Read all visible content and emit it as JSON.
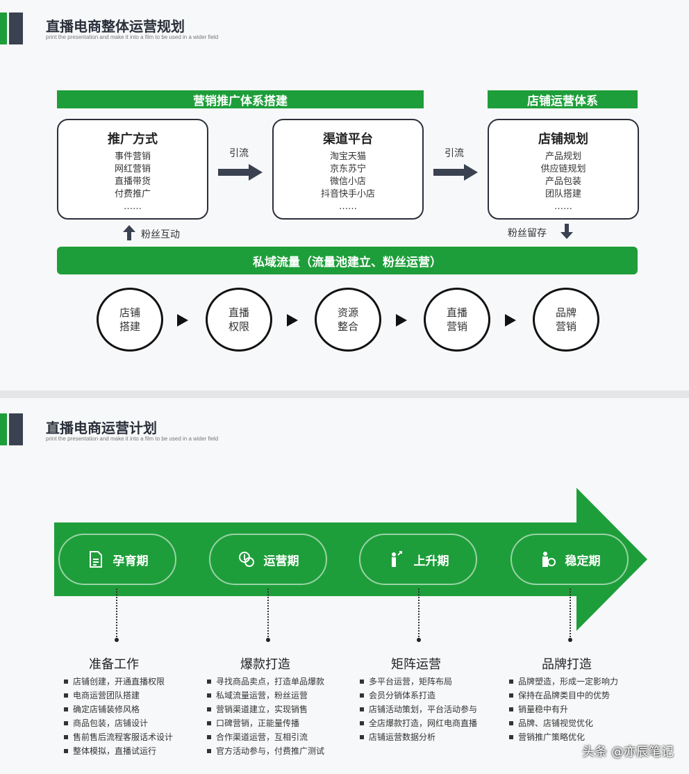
{
  "slide1": {
    "title": "直播电商整体运营规划",
    "subtitle": "print the presentation and make it into a film to be used in a wider field",
    "header_marketing": "营销推广体系搭建",
    "header_store": "店铺运营体系",
    "cards": [
      {
        "title": "推广方式",
        "items": [
          "事件营销",
          "网红营销",
          "直播带货",
          "付费推广",
          "……"
        ]
      },
      {
        "title": "渠道平台",
        "items": [
          "淘宝天猫",
          "京东苏宁",
          "微信小店",
          "抖音快手小店",
          "……"
        ]
      },
      {
        "title": "店铺规划",
        "items": [
          "产品规划",
          "供应链规划",
          "产品包装",
          "团队搭建",
          "……"
        ]
      }
    ],
    "flow_labels": [
      "引流",
      "引流"
    ],
    "fan_interaction": "粉丝互动",
    "fan_retention": "粉丝留存",
    "private_traffic": "私域流量（流量池建立、粉丝运营）",
    "steps": [
      [
        "店铺",
        "搭建"
      ],
      [
        "直播",
        "权限"
      ],
      [
        "资源",
        "整合"
      ],
      [
        "直播",
        "营销"
      ],
      [
        "品牌",
        "营销"
      ]
    ]
  },
  "slide2": {
    "title": "直播电商运营计划",
    "subtitle": "print the presentation and make it into a film to be used in a wider field",
    "colors": {
      "green": "#1e9e3a",
      "dark": "#3a4150"
    },
    "phases": [
      {
        "label": "孕育期",
        "icon": "document-icon"
      },
      {
        "label": "运营期",
        "icon": "coins-icon"
      },
      {
        "label": "上升期",
        "icon": "growth-person-icon"
      },
      {
        "label": "稳定期",
        "icon": "steady-person-icon"
      }
    ],
    "columns": [
      {
        "title": "准备工作",
        "items": [
          "店铺创建，开通直播权限",
          "电商运营团队搭建",
          "确定店铺装修风格",
          "商品包装，店铺设计",
          "售前售后流程客服话术设计",
          "整体模拟，直播试运行"
        ]
      },
      {
        "title": "爆款打造",
        "items": [
          "寻找商品卖点，打造单品爆款",
          "私域流量运营，粉丝运营",
          "营销渠道建立，实现销售",
          "口碑营销，正能量传播",
          "合作渠道运营，互相引流",
          "官方活动参与，付费推广测试"
        ]
      },
      {
        "title": "矩阵运营",
        "items": [
          "多平台运营，矩阵布局",
          "会员分销体系打造",
          "店铺活动策划，平台活动参与",
          "全店爆款打造，网红电商直播",
          "店铺运营数据分析"
        ]
      },
      {
        "title": "品牌打造",
        "items": [
          "品牌塑造，形成一定影响力",
          "保持在品牌类目中的优势",
          "销量稳中有升",
          "品牌、店铺视觉优化",
          "营销推广策略优化"
        ]
      }
    ]
  },
  "watermark": "头条 @亦辰笔记"
}
